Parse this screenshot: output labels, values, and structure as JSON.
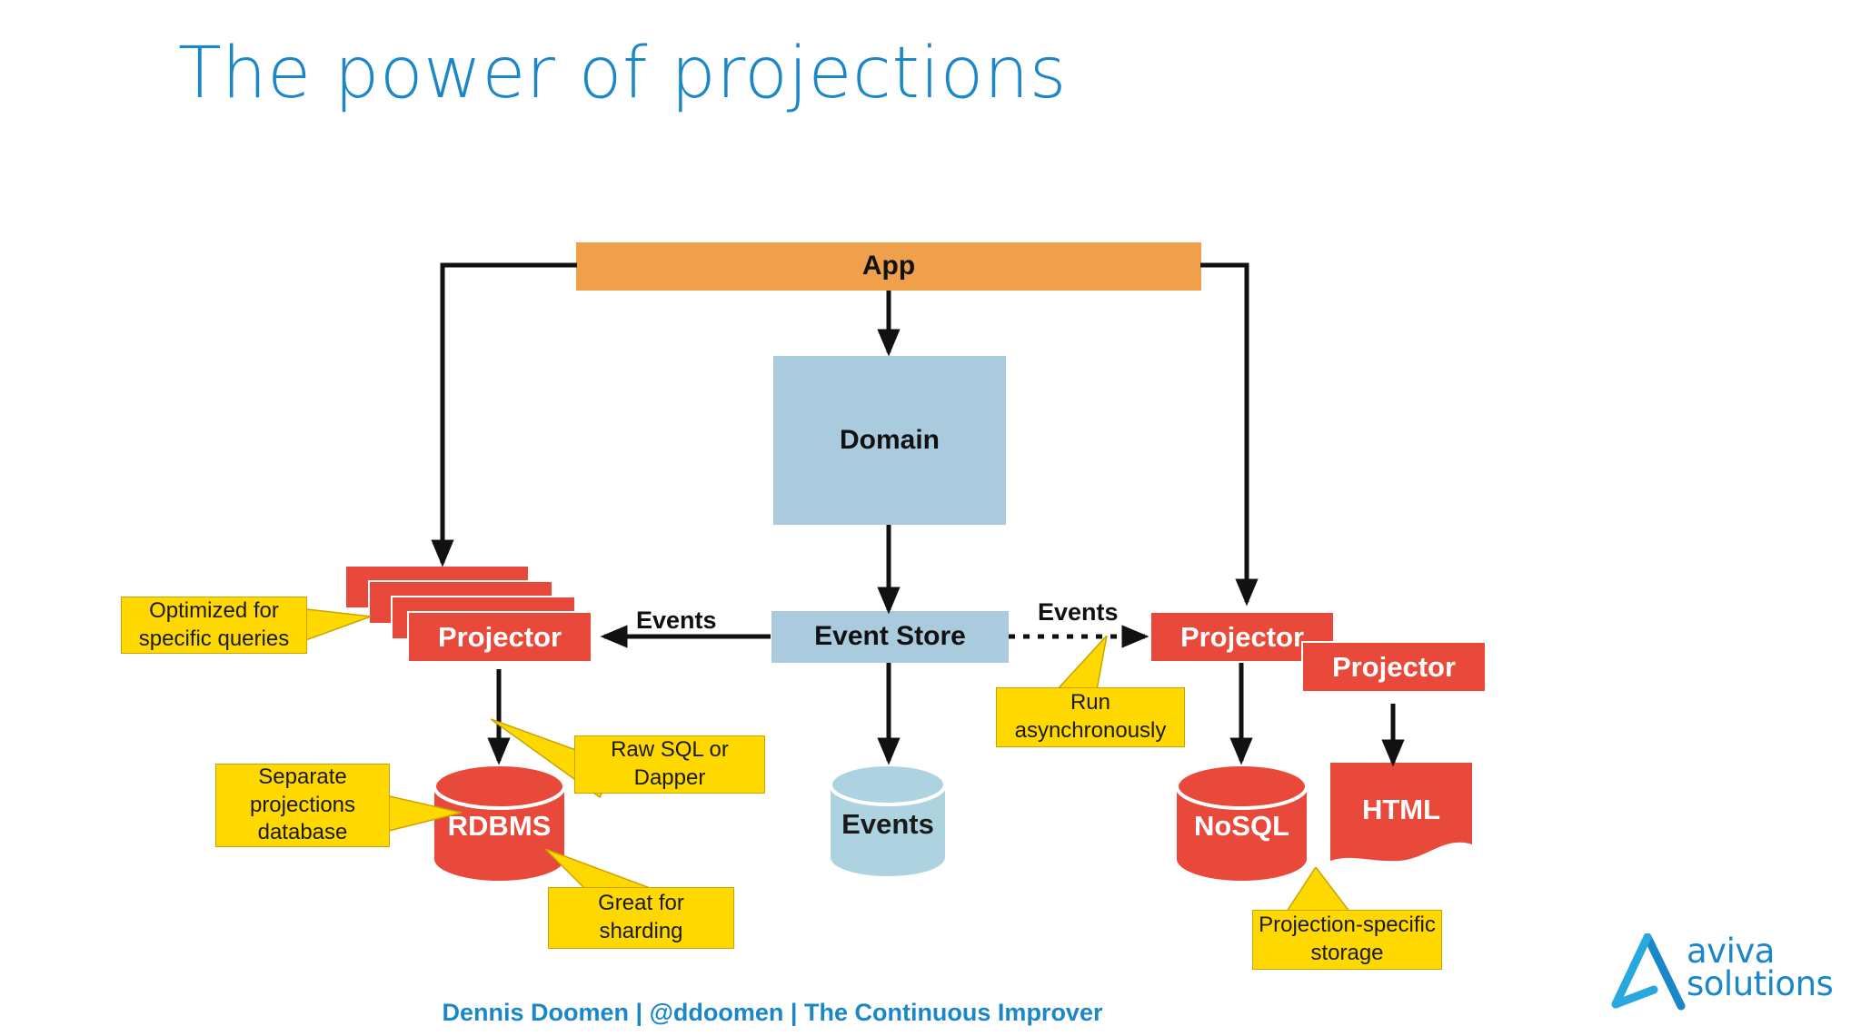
{
  "slide": {
    "title": "The power of projections",
    "footer": "Dennis Doomen | @ddoomen | The Continuous Improver"
  },
  "colors": {
    "title_blue": "#1b87c9",
    "app_orange": "#f0a04b",
    "domain_blue": "#a9cbdd",
    "projector_red": "#e8493a",
    "callout_yellow": "#ffd800",
    "callout_border": "#c8a400",
    "arrow_black": "#111111",
    "background": "#ffffff"
  },
  "diagram": {
    "nodes": {
      "app": {
        "label": "App"
      },
      "domain": {
        "label": "Domain"
      },
      "event_store": {
        "label": "Event Store"
      },
      "projector_left": {
        "label": "Projector"
      },
      "projector_right_back": {
        "label": "Projector"
      },
      "projector_right_front": {
        "label": "Projector"
      },
      "rdbms": {
        "label": "RDBMS"
      },
      "events_db": {
        "label": "Events"
      },
      "nosql": {
        "label": "NoSQL"
      },
      "html": {
        "label": "HTML"
      }
    },
    "edge_labels": {
      "events_left": "Events",
      "events_right": "Events"
    },
    "callouts": {
      "optimized": "Optimized for specific queries",
      "optimized_lines": [
        "Optimized for",
        "specific queries"
      ],
      "separate_db": "Separate projections database",
      "separate_db_lines": [
        "Separate",
        "projections",
        "database"
      ],
      "raw_sql": "Raw SQL or Dapper",
      "raw_sql_lines": [
        "Raw SQL or",
        "Dapper"
      ],
      "sharding": "Great for sharding",
      "sharding_lines": [
        "Great for",
        "sharding"
      ],
      "async": "Run asynchronously",
      "async_lines": [
        "Run",
        "asynchronously"
      ],
      "projection_storage": "Projection-specific storage",
      "projection_storage_lines": [
        "Projection-specific",
        "storage"
      ]
    }
  },
  "logo": {
    "line1": "aviva",
    "line2": "solutions",
    "mark": "aviva-a-mark-icon"
  }
}
